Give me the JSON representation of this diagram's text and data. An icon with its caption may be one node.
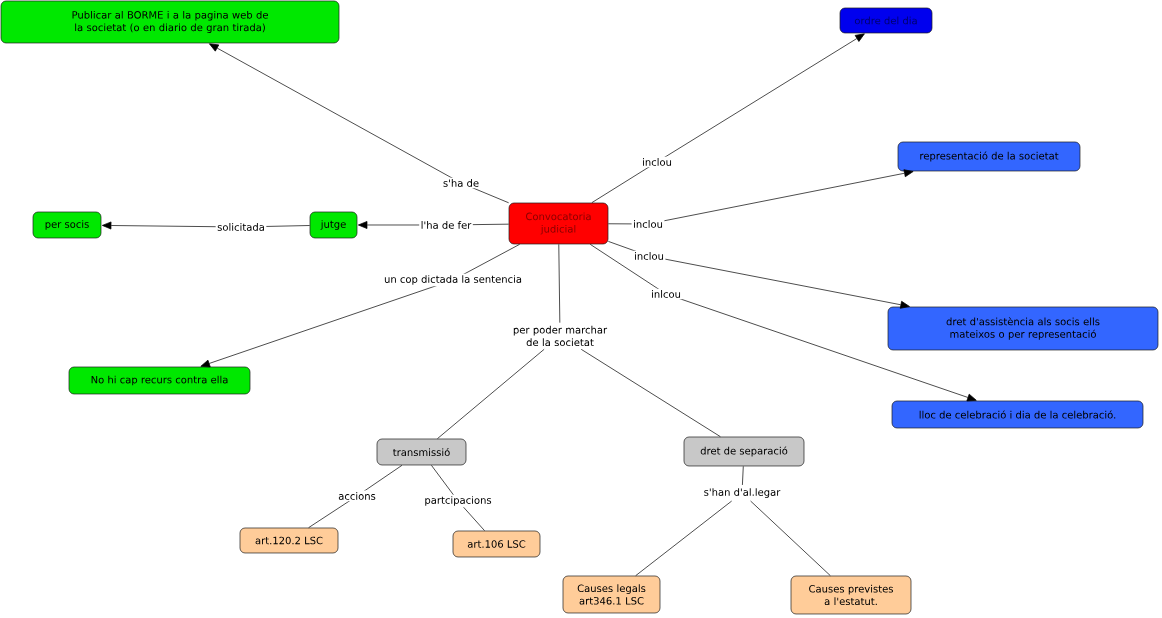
{
  "diagram": {
    "nodes": [
      {
        "text": [
          "Publicar al BORME i a la pagina web de la societat (o en diario de gran tirada)"
        ]
      },
      {
        "text": [
          "ordre del dia"
        ]
      },
      {
        "text": [
          "Convocatoria judicial"
        ]
      },
      {
        "text": [
          "representació de la societat"
        ]
      },
      {
        "text": [
          "jutge"
        ]
      },
      {
        "text": [
          "per socis"
        ]
      },
      {
        "text": [
          "dret d'assistència als socis ells mateixos o per representació"
        ]
      },
      {
        "text": [
          "No hi cap recurs contra ella"
        ]
      },
      {
        "text": [
          "lloc de celebració i dia de la celebració."
        ]
      },
      {
        "text": [
          "per poder marchar de la societat"
        ]
      },
      {
        "text": [
          "transmissió"
        ]
      },
      {
        "text": [
          "dret de separació"
        ]
      },
      {
        "text": [
          "art.120.2 LSC"
        ]
      },
      {
        "text": [
          "art.106 LSC"
        ]
      },
      {
        "text": [
          "s'han d'al.legar"
        ]
      },
      {
        "text": [
          "Causes legals art346.1 LSC"
        ]
      },
      {
        "text": [
          "Causes previstes a l'estatut."
        ]
      }
    ],
    "edges": [
      {
        "from": 2,
        "to": 0,
        "arrow": "to",
        "label": "s'ha de"
      },
      {
        "from": 2,
        "to": 1,
        "arrow": "to",
        "label": "inclou"
      },
      {
        "from": 2,
        "to": 4,
        "arrow": "to",
        "label": "l'ha de fer"
      },
      {
        "from": 4,
        "to": 5,
        "arrow": "to",
        "label": "solicitada"
      },
      {
        "from": 2,
        "to": 3,
        "arrow": "to",
        "label": "inclou"
      },
      {
        "from": 2,
        "to": 6,
        "arrow": "to",
        "label": "inclou"
      },
      {
        "from": 2,
        "to": 7,
        "arrow": "to",
        "label": "un cop dictada la sentencia"
      },
      {
        "from": 2,
        "to": 8,
        "arrow": "to",
        "label": "inlcou"
      },
      {
        "from": 2,
        "to": 9,
        "arrow": "none"
      },
      {
        "from": 9,
        "to": 10,
        "arrow": "none"
      },
      {
        "from": 9,
        "to": 11,
        "arrow": "none"
      },
      {
        "from": 10,
        "to": 12,
        "arrow": "none",
        "label": "accions"
      },
      {
        "from": 10,
        "to": 13,
        "arrow": "none",
        "label": "partcipacions"
      },
      {
        "from": 11,
        "to": 14,
        "arrow": "none"
      },
      {
        "from": 14,
        "to": 15,
        "arrow": "none"
      },
      {
        "from": 14,
        "to": 16,
        "arrow": "none"
      }
    ]
  }
}
